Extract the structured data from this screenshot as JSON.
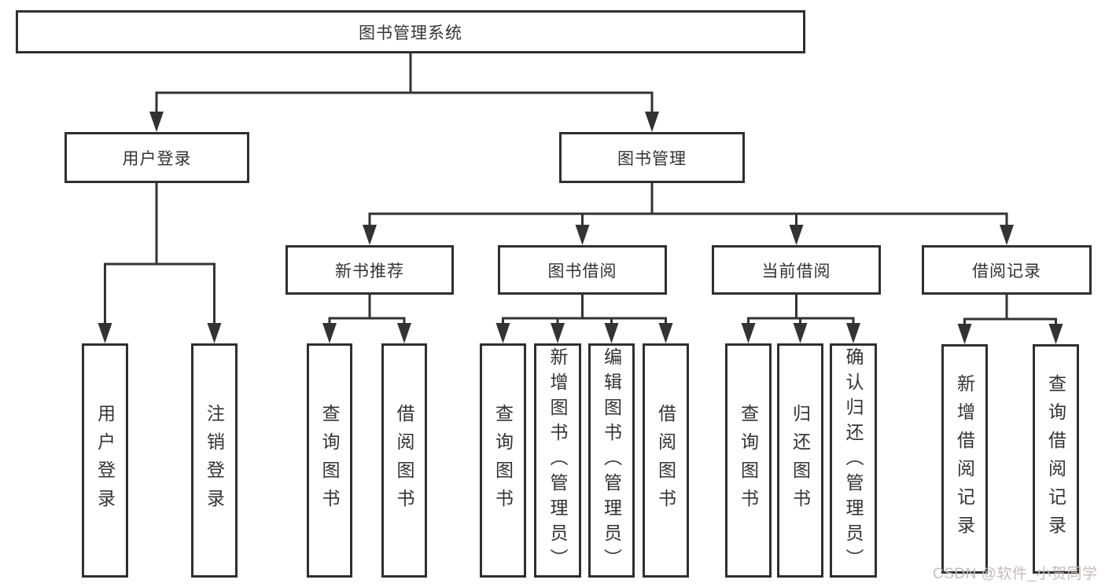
{
  "diagram": {
    "root": {
      "label": "图书管理系统"
    },
    "branches": [
      {
        "label": "用户登录",
        "children": [
          {
            "label": "用户登录"
          },
          {
            "label": "注销登录"
          }
        ]
      },
      {
        "label": "图书管理",
        "children": [
          {
            "label": "新书推荐",
            "children": [
              {
                "label": "查询图书"
              },
              {
                "label": "借阅图书"
              }
            ]
          },
          {
            "label": "图书借阅",
            "children": [
              {
                "label": "查询图书"
              },
              {
                "label": "新增图书（管理员）"
              },
              {
                "label": "编辑图书（管理员）"
              },
              {
                "label": "借阅图书"
              }
            ]
          },
          {
            "label": "当前借阅",
            "children": [
              {
                "label": "查询图书"
              },
              {
                "label": "归还图书"
              },
              {
                "label": "确认归还（管理员）"
              }
            ]
          },
          {
            "label": "借阅记录",
            "children": [
              {
                "label": "新增借阅记录"
              },
              {
                "label": "查询借阅记录"
              }
            ]
          }
        ]
      }
    ]
  },
  "watermark": {
    "text": "CSDN @软件_小贺同学"
  },
  "colors": {
    "line": "#333333",
    "border": "#2f2f2f",
    "text": "#333333",
    "watermark": "#c3bcbc",
    "background": "#ffffff"
  }
}
